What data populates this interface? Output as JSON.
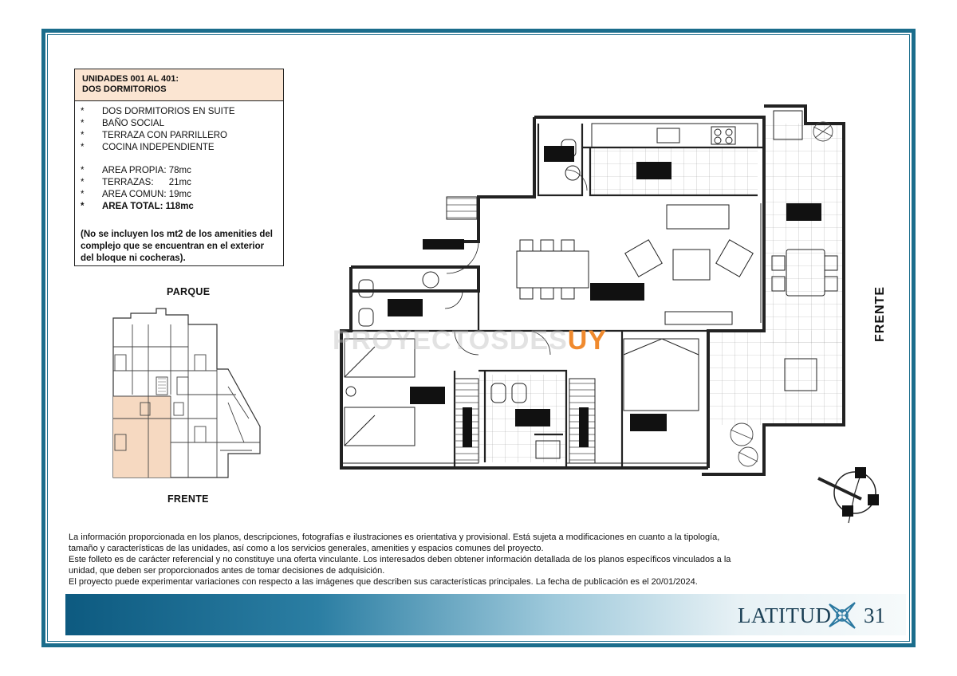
{
  "info_box": {
    "title_line1": "UNIDADES 001 AL 401:",
    "title_line2": "DOS DORMITORIOS",
    "features": [
      "DOS DORMITORIOS EN SUITE",
      "BAÑO SOCIAL",
      "TERRAZA CON PARRILLERO",
      "COCINA INDEPENDIENTE"
    ],
    "areas": [
      "AREA PROPIA: 78mc",
      "TERRAZAS:      21mc",
      "AREA COMUN: 19mc"
    ],
    "area_total": "AREA TOTAL: 118mc",
    "bullet": "*",
    "note": "(No se incluyen los mt2 de los amenities del complejo que se encuentran en el exterior del bloque ni cocheras)."
  },
  "keyplan": {
    "top_label": "PARQUE",
    "bottom_label": "FRENTE"
  },
  "plan": {
    "side_label": "FRENTE",
    "watermark": "PROYECTOSDES",
    "watermark_accent": "UY"
  },
  "disclaimer": [
    "La información proporcionada en los planos, descripciones, fotografías e ilustraciones es orientativa y provisional. Está sujeta a modificaciones en cuanto a la tipología,",
    "tamaño y características de las unidades, así como a los servicios generales, amenities y espacios comunes del proyecto.",
    "Este folleto es de carácter referencial y no constituye una oferta vinculante. Los interesados deben obtener información detallada de los planos específicos vinculados a la",
    "unidad, que deben ser proporcionados antes de tomar decisiones de adquisición.",
    "El proyecto puede experimentar variaciones con respecto a las imágenes que describen sus características principales. La fecha de publicación es el 20/01/2024."
  ],
  "footer": {
    "brand": "LATITUD",
    "page_number": "31",
    "brand_icon": "compass-star-icon"
  },
  "colors": {
    "frame": "#1b6d8c",
    "header_fill": "#fbe5d2",
    "keyplan_highlight": "#f6d9c1",
    "watermark_accent": "#f08a2e"
  }
}
